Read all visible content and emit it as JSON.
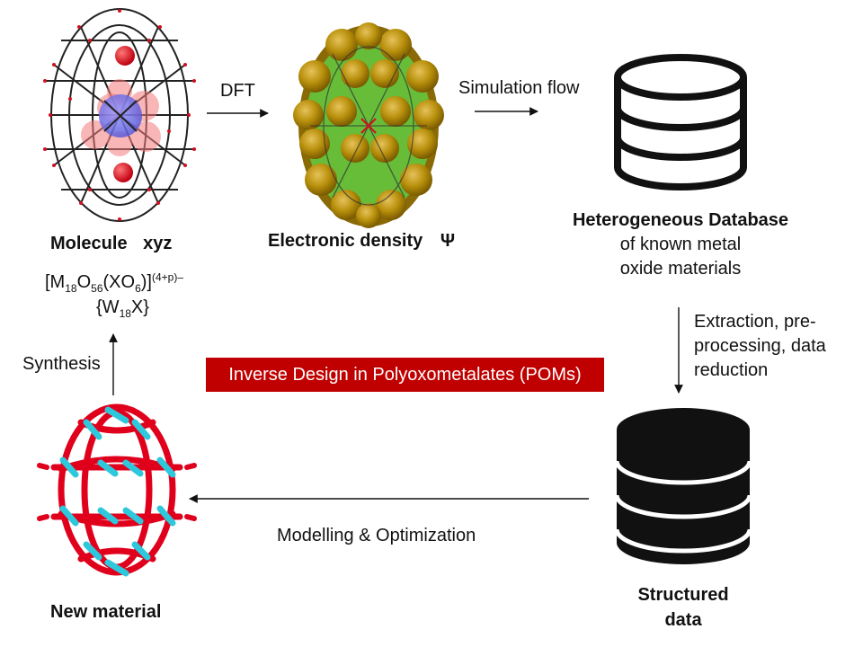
{
  "nodes": {
    "molecule": {
      "label": "Molecule",
      "sublabel": "xyz"
    },
    "density": {
      "label": "Electronic density",
      "symbol": "Ψ"
    },
    "database": {
      "title": "Heterogeneous Database",
      "line2": "of known metal",
      "line3": "oxide materials"
    },
    "structured": {
      "line1": "Structured",
      "line2": "data"
    },
    "new_material": {
      "label": "New material"
    }
  },
  "formula": {
    "line1": {
      "a": "[M",
      "s1": "18",
      "b": "O",
      "s2": "56",
      "c": "(XO",
      "s3": "6",
      "d": ")]",
      "sup": "(4+p)–"
    },
    "line2": {
      "a": "{W",
      "s1": "18",
      "b": "X}"
    }
  },
  "edges": {
    "dft": "DFT",
    "simulation": "Simulation flow",
    "extraction": [
      "Extraction, pre-",
      "processing, data",
      "reduction"
    ],
    "modelling": "Modelling & Optimization",
    "synthesis": "Synthesis"
  },
  "banner": "Inverse Design in Polyoxometalates (POMs)",
  "colors": {
    "banner": "#c00000",
    "oxygen": "#e0001c",
    "tungsten": "#2ec8dc",
    "density_gold": "#b8900c",
    "density_green": "#4fd84a",
    "bond": "#222222"
  }
}
